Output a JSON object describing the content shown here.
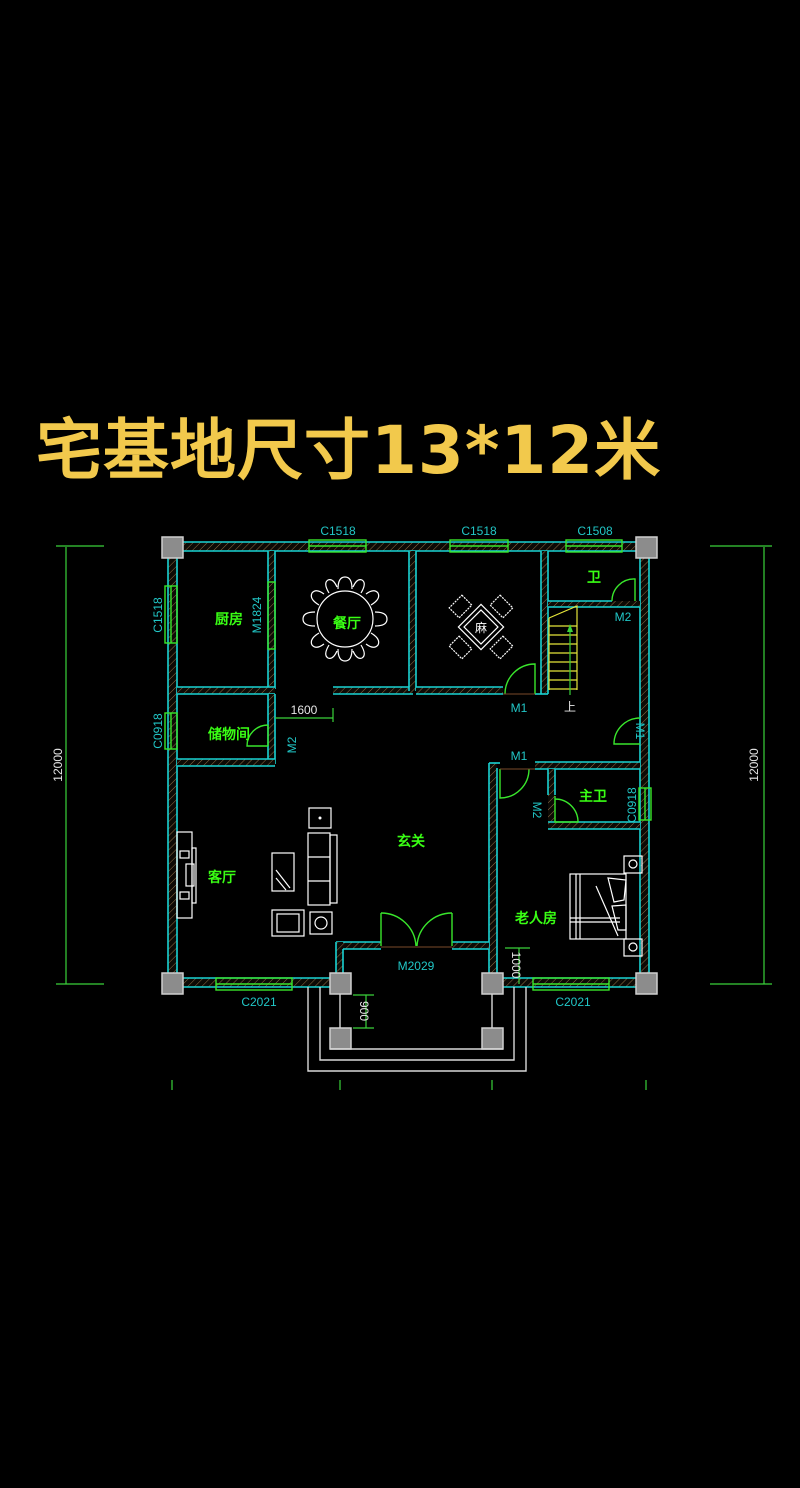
{
  "title": "宅基地尺寸13*12米",
  "colors": {
    "title": "#f2c94c",
    "wall": "#19d3d3",
    "room_label": "#39ff14",
    "code_label": "#21c7c7",
    "dimension": "#3ad13a",
    "furniture": "#ffffff",
    "stair": "#e6e63a",
    "column": "#8c8c8c",
    "background": "#000000"
  },
  "rooms": {
    "kitchen": "厨房",
    "dining": "餐厅",
    "storage": "储物间",
    "living": "客厅",
    "foyer": "玄关",
    "wc": "卫",
    "master_bath": "主卫",
    "elder_bedroom": "老人房",
    "stair_up": "上"
  },
  "windows": {
    "top_1": "C1518",
    "top_2": "C1518",
    "top_3": "C1508",
    "left_kitchen": "C1518",
    "left_storage": "C0918",
    "right_bath": "C0918",
    "bottom_left": "C2021",
    "bottom_right": "C2021"
  },
  "doors": {
    "kitchen_door": "M1824",
    "storage_door": "M2",
    "mahjong_door": "M1",
    "wc_door": "M2",
    "right_corridor_door": "M1",
    "bedroom_door": "M1",
    "bath_door": "M2",
    "main_entrance": "M2029"
  },
  "dimensions": {
    "left_height": "12000",
    "right_height": "12000",
    "corridor_width": "1600",
    "porch_depth": "900",
    "bedroom_offset": "1000"
  },
  "icons": [
    "round-dining-table-icon",
    "mahjong-table-icon",
    "sofa-set-icon",
    "tv-cabinet-icon",
    "bed-icon",
    "stair-icon",
    "double-door-icon"
  ]
}
